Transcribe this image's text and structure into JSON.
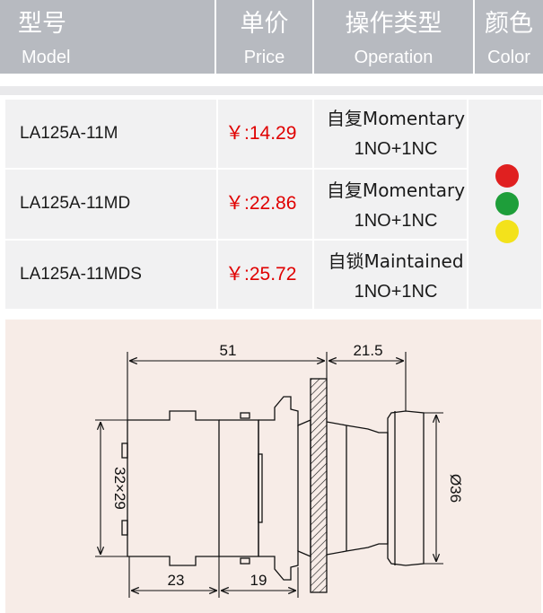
{
  "header": {
    "model_zh": "型号",
    "model_en": "Model",
    "price_zh": "单价",
    "price_en": "Price",
    "operation_zh": "操作类型",
    "operation_en": "Operation",
    "color_zh": "颜色",
    "color_en": "Color"
  },
  "rows": [
    {
      "model": "LA125A-11M",
      "price": "￥:14.29",
      "op_line1": "自复Momentary",
      "op_line2": "1NO+1NC"
    },
    {
      "model": "LA125A-11MD",
      "price": "￥:22.86",
      "op_line1": "自复Momentary",
      "op_line2": "1NO+1NC"
    },
    {
      "model": "LA125A-11MDS",
      "price": "￥:25.72",
      "op_line1": "自锁Maintained",
      "op_line2": "1NO+1NC"
    }
  ],
  "colors": {
    "red": "#e02020",
    "green": "#1e9e3a",
    "yellow": "#f3e21b",
    "price_red": "#e00000"
  },
  "drawing": {
    "dim_total": "51",
    "dim_head": "21.5",
    "dim_height": "32×29",
    "dim_diameter": "Ø36",
    "dim_base": "23",
    "dim_mid": "19"
  }
}
